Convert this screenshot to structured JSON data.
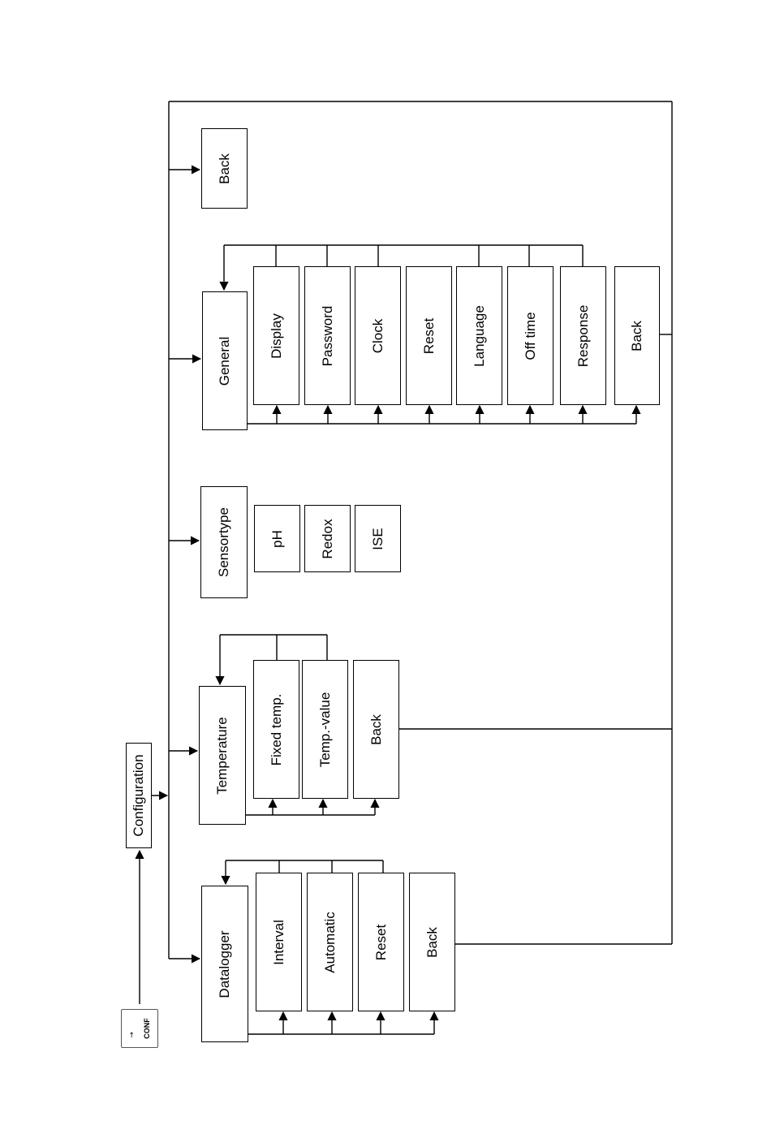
{
  "conf_key": {
    "label": "CONF",
    "icon": "up-arrow-icon"
  },
  "root": {
    "label": "Configuration"
  },
  "menus": {
    "datalogger": {
      "label": "Datalogger",
      "items": [
        "Interval",
        "Automatic",
        "Reset",
        "Back"
      ]
    },
    "temperature": {
      "label": "Temperature",
      "items": [
        "Fixed temp.",
        "Temp.-value",
        "Back"
      ]
    },
    "sensortype": {
      "label": "Sensortype",
      "items": [
        "pH",
        "Redox",
        "ISE"
      ]
    },
    "general": {
      "label": "General",
      "items": [
        "Display",
        "Password",
        "Clock",
        "Reset",
        "Language",
        "Off time",
        "Response",
        "Back"
      ]
    },
    "back": {
      "label": "Back"
    }
  }
}
